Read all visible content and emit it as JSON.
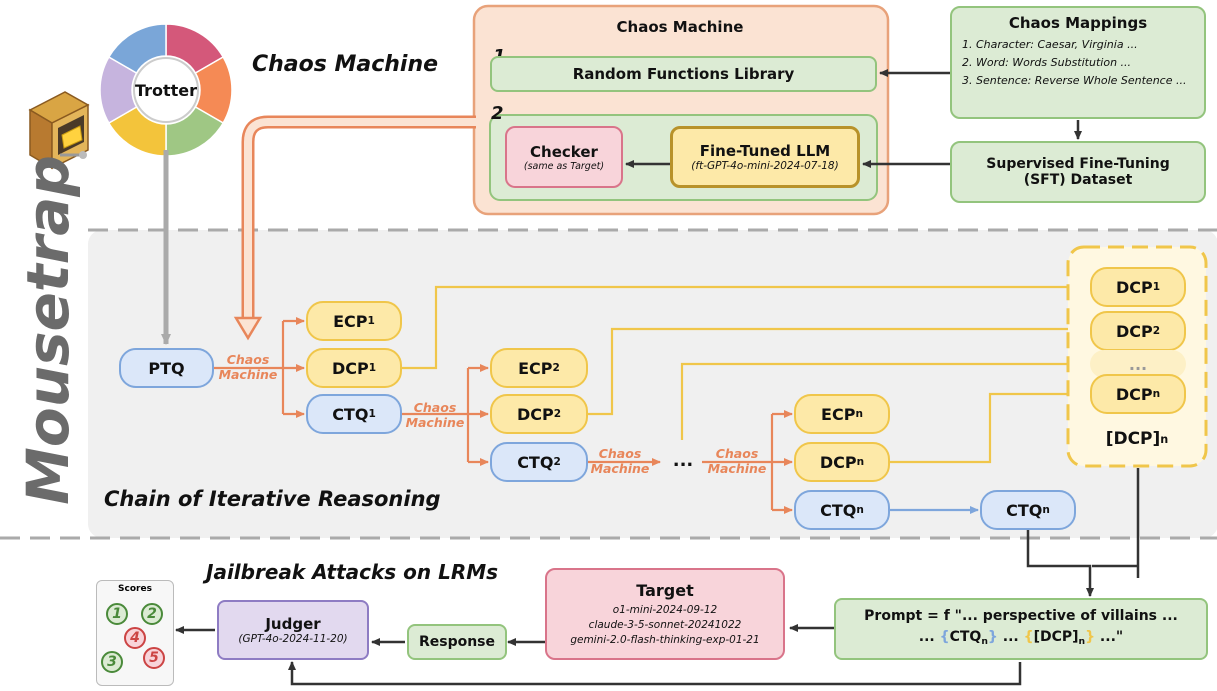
{
  "title": "Mousetrap",
  "chaos_machine_label": "Chaos Machine",
  "trotter_label": "Trotter",
  "chaos_machine": {
    "title": "Chaos Machine",
    "step1": "1",
    "step2": "2",
    "library": "Random Functions Library",
    "checker": "Checker",
    "checker_note": "(same as Target)",
    "llm": "Fine-Tuned LLM",
    "llm_model": "(ft-GPT-4o-mini-2024-07-18)"
  },
  "mappings": {
    "title": "Chaos Mappings",
    "items": [
      "1. Character: Caesar, Virginia ...",
      "2. Word: Words Substitution ...",
      "3. Sentence: Reverse Whole Sentence ..."
    ]
  },
  "sft": {
    "line1": "Supervised Fine-Tuning",
    "line2": "(SFT) Dataset"
  },
  "chain_label": "Chain of Iterative Reasoning",
  "nodes": {
    "ptq": "PTQ",
    "ecp": "ECP",
    "dcp": "DCP",
    "ctq": "CTQ",
    "sub1": "1",
    "sub2": "2",
    "subn": "n",
    "dots": "...",
    "dcp_group": "[DCP]"
  },
  "edge_label": "Chaos\nMachine",
  "attack": {
    "title": "Jailbreak Attacks on LRMs",
    "target_title": "Target",
    "targets": [
      "o1-mini-2024-09-12",
      "claude-3-5-sonnet-20241022",
      "gemini-2.0-flash-thinking-exp-01-21"
    ],
    "response": "Response",
    "judger": "Judger",
    "judger_model": "(GPT-4o-2024-11-20)",
    "prompt_line1": "Prompt = f \"... perspective of villains ...",
    "prompt_pre": "... ",
    "prompt_mid": " ... ",
    "prompt_post": " ...\""
  },
  "scores": {
    "title": "Scores",
    "values": [
      "1",
      "2",
      "3",
      "4",
      "5"
    ]
  },
  "colors": {
    "orange": "#e8865a",
    "yellow": "#f0c64a",
    "blue": "#7ea6dc",
    "green": "#93c47d",
    "red": "#cc4444",
    "gray_text": "#6b6b6b"
  },
  "trotter_segments": [
    "#d4587a",
    "#f58a55",
    "#9fc784",
    "#f3c43b",
    "#c6b4de",
    "#7aa6d8"
  ]
}
